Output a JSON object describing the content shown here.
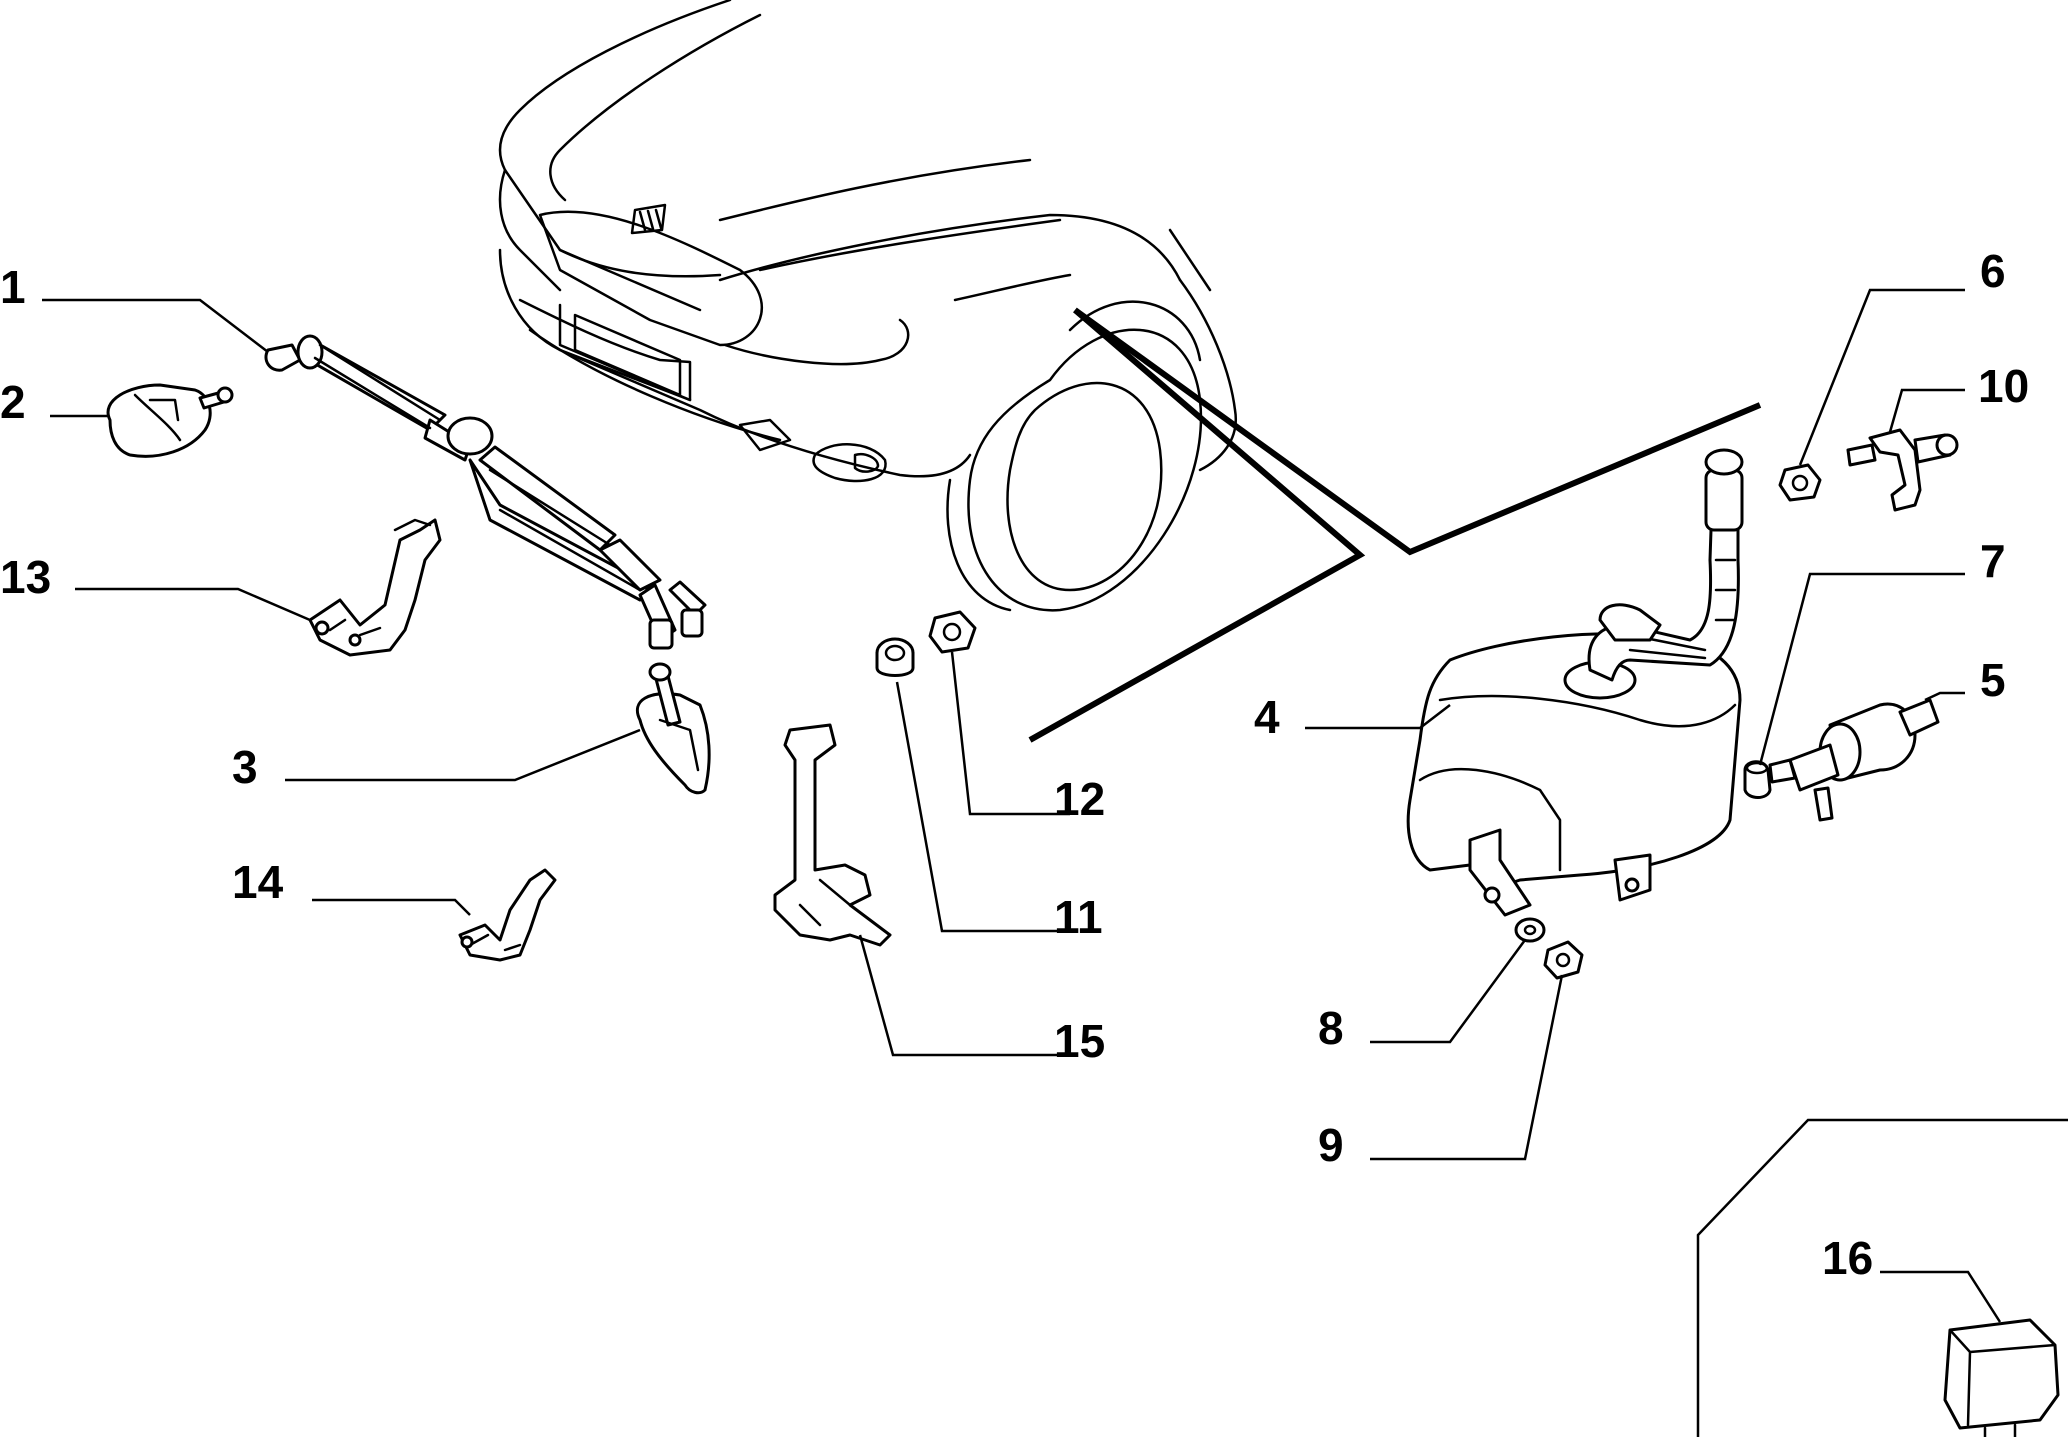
{
  "diagram": {
    "callouts": [
      {
        "id": "c1",
        "label": "1"
      },
      {
        "id": "c2",
        "label": "2"
      },
      {
        "id": "c3",
        "label": "3"
      },
      {
        "id": "c4",
        "label": "4"
      },
      {
        "id": "c5",
        "label": "5"
      },
      {
        "id": "c6",
        "label": "6"
      },
      {
        "id": "c7",
        "label": "7"
      },
      {
        "id": "c8",
        "label": "8"
      },
      {
        "id": "c9",
        "label": "9"
      },
      {
        "id": "c10",
        "label": "10"
      },
      {
        "id": "c11",
        "label": "11"
      },
      {
        "id": "c12",
        "label": "12"
      },
      {
        "id": "c13",
        "label": "13"
      },
      {
        "id": "c14",
        "label": "14"
      },
      {
        "id": "c15",
        "label": "15"
      },
      {
        "id": "c16",
        "label": "16"
      }
    ],
    "parts": {
      "car_front": "car-front-drawing",
      "hose_assembly": "washer-hose-assembly",
      "reservoir": "washer-fluid-reservoir",
      "pump": "washer-pump",
      "relay": "relay-unit"
    }
  }
}
